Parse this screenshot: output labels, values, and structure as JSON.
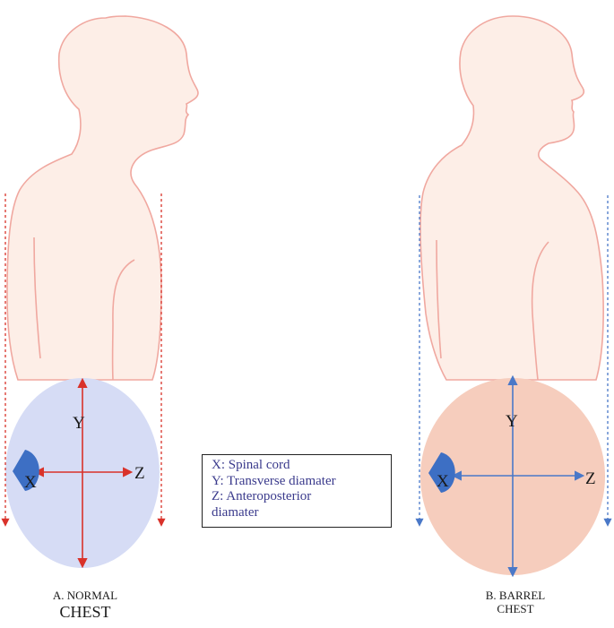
{
  "colors": {
    "body_fill": "#fdeee7",
    "body_outline": "#f0a8a0",
    "normal_chest_fill": "#d6dcf5",
    "barrel_chest_fill": "#f6cdbd",
    "normal_arrow": "#d9322a",
    "barrel_arrow": "#4a78c8",
    "spine_marker": "#3d6fc4",
    "legend_text": "#3a3a8c"
  },
  "panel_a": {
    "axis_y": "Y",
    "axis_x": "X",
    "axis_z": "Z",
    "caption_line1": "A. NORMAL",
    "caption_line2": "CHEST"
  },
  "panel_b": {
    "axis_y": "Y",
    "axis_x": "X",
    "axis_z": "Z",
    "caption_line1": "B. BARREL",
    "caption_line2": "CHEST"
  },
  "legend": {
    "x": "X: Spinal cord",
    "y": "Y: Transverse diamater",
    "z1": "Z: Anteroposterior",
    "z2": "diamater"
  }
}
